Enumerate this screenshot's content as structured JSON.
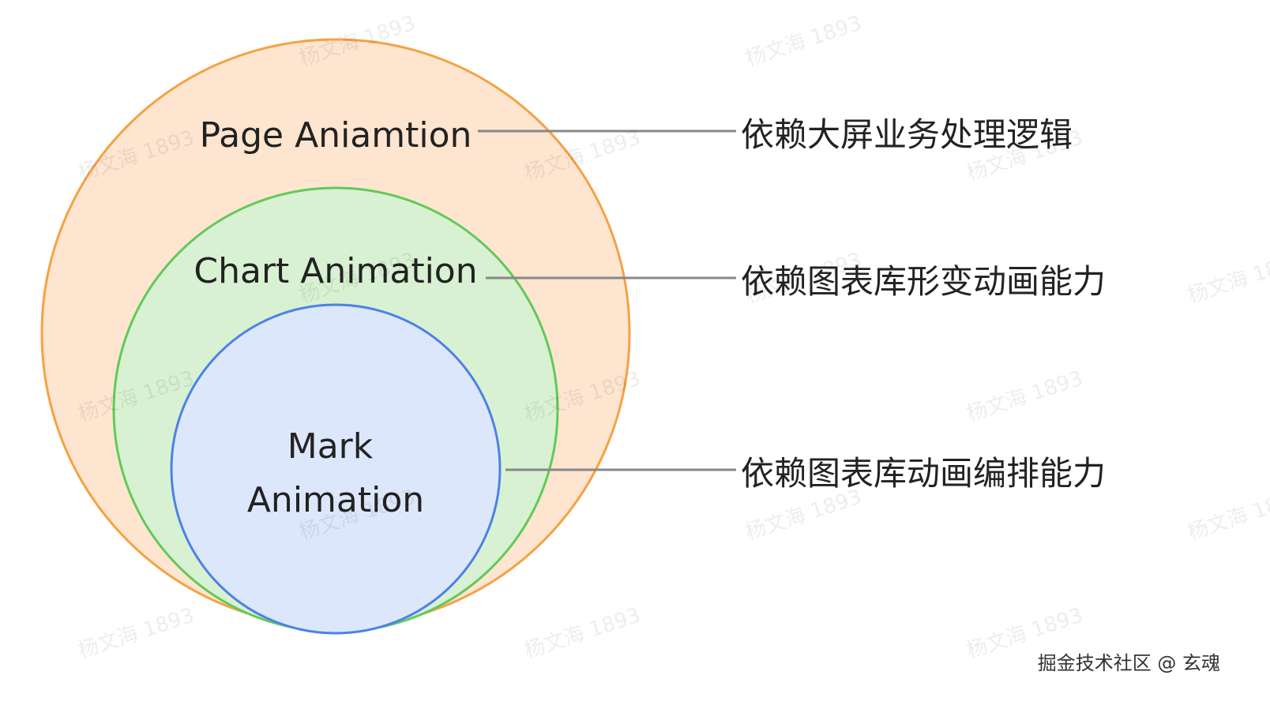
{
  "diagram": {
    "circles": [
      {
        "id": "page",
        "label_lines": [
          "Page Aniamtion"
        ],
        "fill": "#fde5d0",
        "stroke": "#f5a244"
      },
      {
        "id": "chart",
        "label_lines": [
          "Chart Animation"
        ],
        "fill": "#d8f1d2",
        "stroke": "#62c95a"
      },
      {
        "id": "mark",
        "label_lines": [
          "Mark",
          "Animation"
        ],
        "fill": "#dde7fb",
        "stroke": "#4c82e6"
      }
    ],
    "descriptions": [
      {
        "for": "page",
        "text": "依赖大屏业务处理逻辑"
      },
      {
        "for": "chart",
        "text": "依赖图表库形变动画能力"
      },
      {
        "for": "mark",
        "text": "依赖图表库动画编排能力"
      }
    ],
    "connector_color": "#888888"
  },
  "watermark": {
    "text": "杨文海 1893"
  },
  "credit": {
    "text": "掘金技术社区 @ 玄魂"
  }
}
